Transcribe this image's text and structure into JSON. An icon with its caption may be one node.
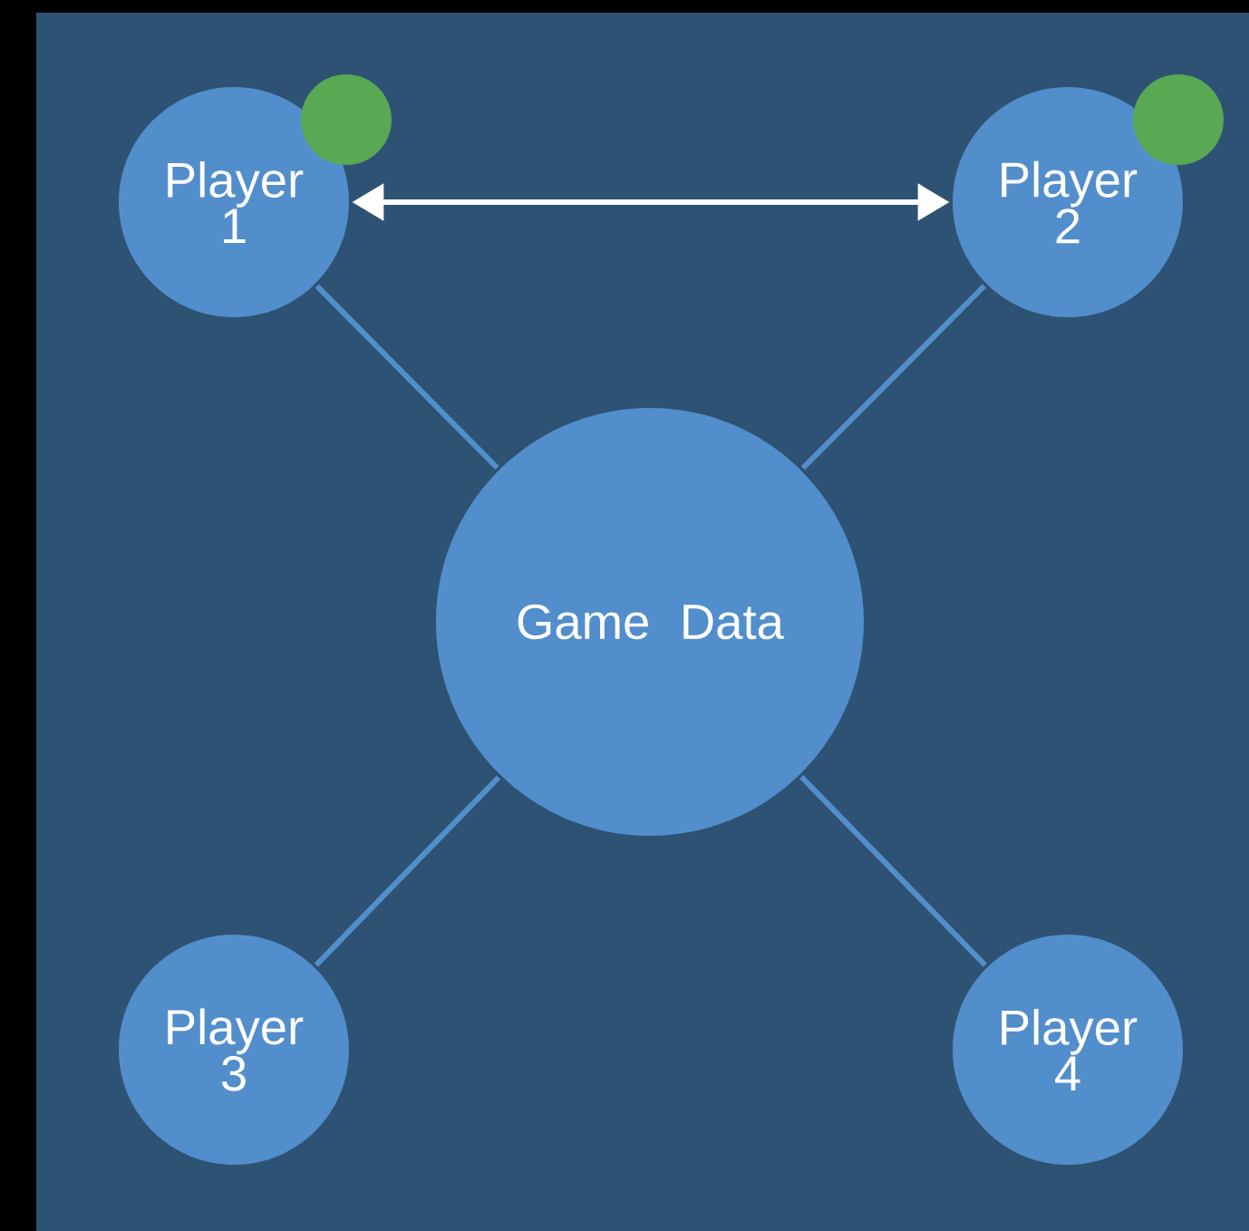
{
  "diagram": {
    "nodes": [
      {
        "text": [
          "Player 1"
        ]
      },
      {
        "text": [],
        "shape": "circle"
      },
      {
        "text": [
          "Player 2"
        ]
      },
      {
        "text": [],
        "shape": "circle"
      },
      {
        "text": [
          "Game Data"
        ]
      },
      {
        "text": [
          "Player 3"
        ]
      },
      {
        "text": [
          "Player 4"
        ]
      }
    ],
    "edges": [
      {
        "from": 0,
        "to": 2,
        "arrow": "both",
        "color": "#ffffff"
      },
      {
        "from": 0,
        "to": 4,
        "arrow": "none"
      },
      {
        "from": 2,
        "to": 4,
        "arrow": "none"
      },
      {
        "from": 5,
        "to": 4,
        "arrow": "none"
      },
      {
        "from": 6,
        "to": 4,
        "arrow": "none"
      }
    ]
  }
}
